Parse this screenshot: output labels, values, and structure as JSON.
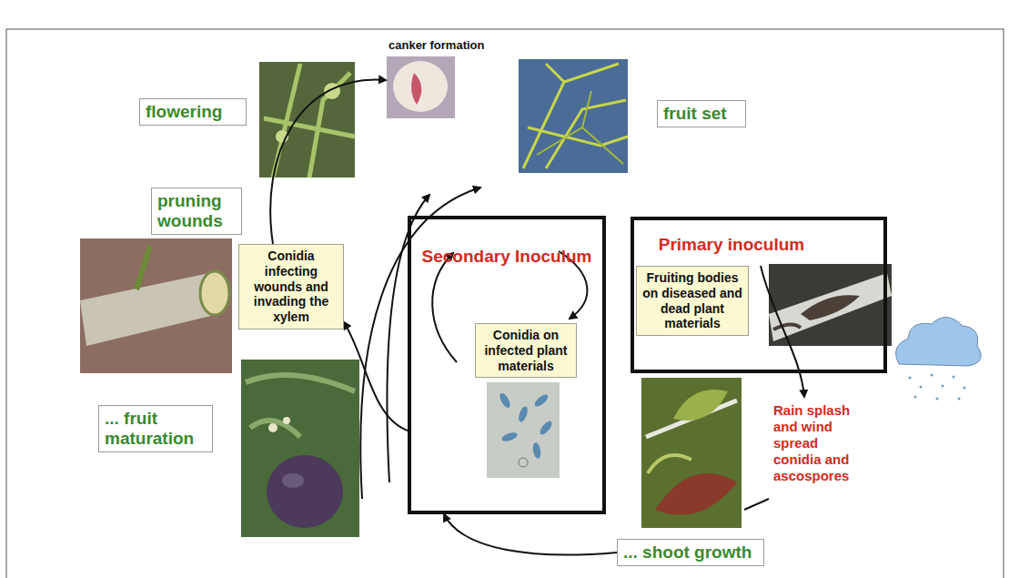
{
  "diagram": {
    "nodes": [
      {
        "text": [
          "flowering"
        ]
      },
      {
        "text": [
          "fruit set"
        ]
      },
      {
        "text": [
          "pruning wounds"
        ]
      },
      {
        "text": [
          "Conidia infecting wounds and invading the xylem"
        ]
      },
      {
        "text": [
          "Secondary Inoculum"
        ]
      },
      {
        "text": [
          "Conidia on infected plant materials"
        ],
        "in": 4
      },
      {
        "text": [
          "Primary inoculum"
        ]
      },
      {
        "text": [
          "Fruiting bodies on diseased and dead plant materials"
        ],
        "in": 6
      },
      {
        "text": [
          "... fruit maturation"
        ]
      },
      {
        "text": [
          "... shoot growth"
        ]
      }
    ],
    "edges": [
      {
        "from": 4,
        "to": 3,
        "arrow": "to"
      },
      {
        "from": 9,
        "to": 4,
        "arrow": "to"
      }
    ],
    "labels": [
      "canker formation",
      "Rain splash and wind spread conidia and ascospores"
    ]
  }
}
